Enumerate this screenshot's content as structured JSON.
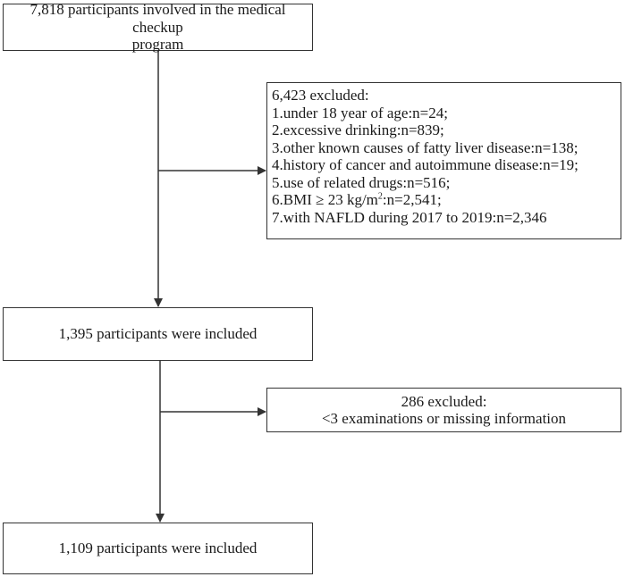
{
  "boxes": {
    "top": {
      "line1": "7,818 participants involved in the medical checkup",
      "line2": "program"
    },
    "exclusion1": {
      "header": "6,423 excluded:",
      "items": [
        "1.under 18 year of age:n=24;",
        "2.excessive drinking:n=839;",
        "3.other known causes of fatty liver disease:n=138;",
        "4.history of cancer and autoimmune disease:n=19;",
        "5.use of related drugs:n=516;",
        "6.BMI ≥ 23 kg/m",
        "7.with NAFLD during 2017 to 2019:n=2,346"
      ],
      "bmi_superscript": "2",
      "bmi_suffix": ":n=2,541;"
    },
    "middle": {
      "text": "1,395 participants were included"
    },
    "exclusion2": {
      "line1": "286 excluded:",
      "line2": "<3 examinations or missing information"
    },
    "bottom": {
      "text": "1,109 participants were included"
    }
  },
  "colors": {
    "line": "#333333",
    "text": "#1a1a1a",
    "background": "#ffffff"
  }
}
